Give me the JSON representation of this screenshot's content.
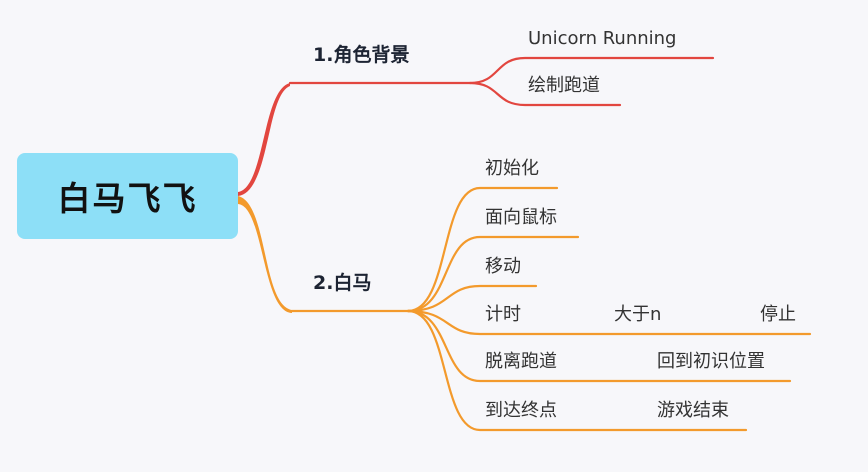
{
  "root": {
    "label": "白马飞飞"
  },
  "branches": [
    {
      "label": "1.角色背景",
      "color": "#e2463f",
      "children": [
        {
          "label": "Unicorn Running"
        },
        {
          "label": "绘制跑道"
        }
      ]
    },
    {
      "label": "2.白马",
      "color": "#f39a2c",
      "children": [
        {
          "label": "初始化"
        },
        {
          "label": "面向鼠标"
        },
        {
          "label": "移动"
        },
        {
          "label": "计时",
          "children": [
            {
              "label": "大于n",
              "children": [
                {
                  "label": "停止"
                }
              ]
            }
          ]
        },
        {
          "label": "脱离跑道",
          "children": [
            {
              "label": "回到初识位置"
            }
          ]
        },
        {
          "label": "到达终点",
          "children": [
            {
              "label": "游戏结束"
            }
          ]
        }
      ]
    }
  ]
}
